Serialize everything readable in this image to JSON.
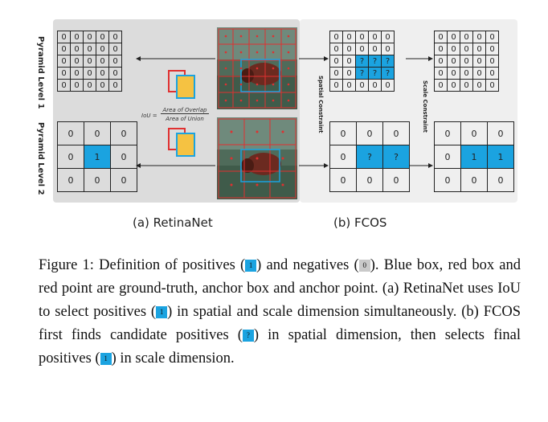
{
  "figure": {
    "labels": {
      "pyramid_level_1": "Pyramid Level 1",
      "pyramid_level_2": "Pyramid Level 2",
      "spatial_constraint": "Spatial Constraint",
      "scale_constraint": "Scale Constraint",
      "iou_label": "IoU =",
      "iou_numerator": "Area of Overlap",
      "iou_denominator": "Area of Union"
    },
    "panel_titles": {
      "a": "(a) RetinaNet",
      "b": "(b) FCOS"
    },
    "colors": {
      "positive": "#1ba3e0",
      "negative": "#c9c9c9",
      "retinanet_background": "#dcdcdc",
      "fcos_background": "#efefef",
      "anchor_box": "#e03030",
      "ground_truth": "#1ba3e0"
    },
    "grids": {
      "retina_l1": [
        [
          "0",
          "0",
          "0",
          "0",
          "0"
        ],
        [
          "0",
          "0",
          "0",
          "0",
          "0"
        ],
        [
          "0",
          "0",
          "0",
          "0",
          "0"
        ],
        [
          "0",
          "0",
          "0",
          "0",
          "0"
        ],
        [
          "0",
          "0",
          "0",
          "0",
          "0"
        ]
      ],
      "retina_l2": [
        [
          "0",
          "0",
          "0"
        ],
        [
          "0",
          "1",
          "0"
        ],
        [
          "0",
          "0",
          "0"
        ]
      ],
      "fcos_spatial_l1": [
        [
          "0",
          "0",
          "0",
          "0",
          "0"
        ],
        [
          "0",
          "0",
          "0",
          "0",
          "0"
        ],
        [
          "0",
          "0",
          "?",
          "?",
          "?"
        ],
        [
          "0",
          "0",
          "?",
          "?",
          "?"
        ],
        [
          "0",
          "0",
          "0",
          "0",
          "0"
        ]
      ],
      "fcos_spatial_l2": [
        [
          "0",
          "0",
          "0"
        ],
        [
          "0",
          "?",
          "?"
        ],
        [
          "0",
          "0",
          "0"
        ]
      ],
      "fcos_scale_l1": [
        [
          "0",
          "0",
          "0",
          "0",
          "0"
        ],
        [
          "0",
          "0",
          "0",
          "0",
          "0"
        ],
        [
          "0",
          "0",
          "0",
          "0",
          "0"
        ],
        [
          "0",
          "0",
          "0",
          "0",
          "0"
        ],
        [
          "0",
          "0",
          "0",
          "0",
          "0"
        ]
      ],
      "fcos_scale_l2": [
        [
          "0",
          "0",
          "0"
        ],
        [
          "0",
          "1",
          "1"
        ],
        [
          "0",
          "0",
          "0"
        ]
      ]
    }
  },
  "caption": {
    "legend_pos": "1",
    "legend_neg": "0",
    "legend_cand": "?",
    "s1": "Figure 1:  Definition of positives (",
    "s2": ") and negatives (",
    "s3": ").",
    "s4": " Blue box, red box and red point are ground-truth, anchor box and anchor point. (a) RetinaNet uses IoU to select positives (",
    "s5": ") in spatial and scale dimension simultaneously. (b) FCOS first finds candidate positives (",
    "s6": ") in spatial dimension, then selects final positives (",
    "s7": ") in scale dimension."
  }
}
